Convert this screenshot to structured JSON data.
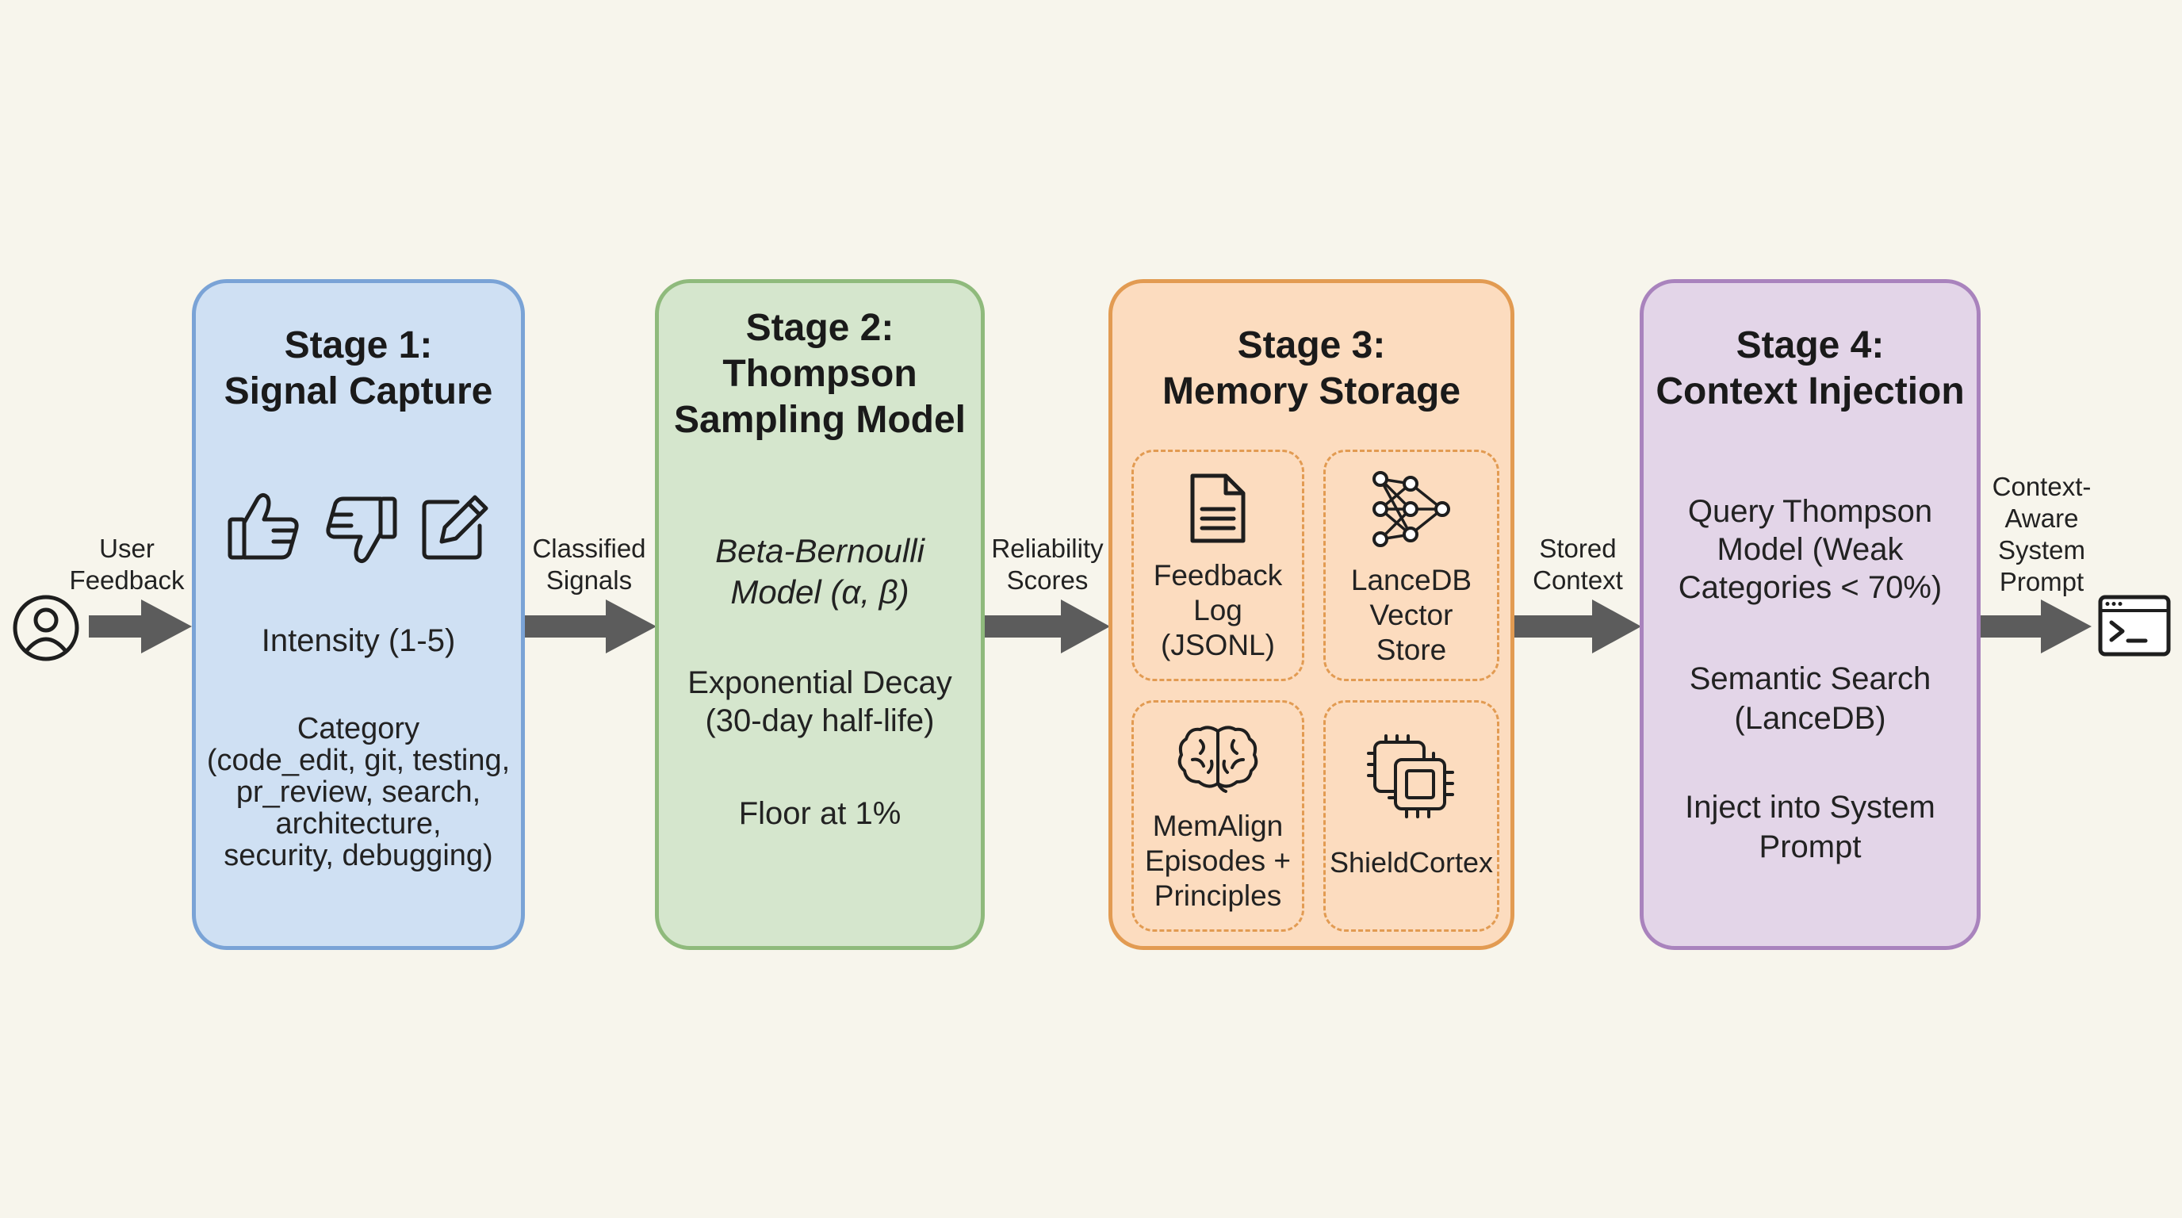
{
  "flow_labels": {
    "user_feedback": [
      "User",
      "Feedback"
    ],
    "classified_signals": [
      "Classified",
      "Signals"
    ],
    "reliability_scores": [
      "Reliability",
      "Scores"
    ],
    "stored_context": [
      "Stored",
      "Context"
    ],
    "context_aware_prompt": [
      "Context-",
      "Aware",
      "System",
      "Prompt"
    ]
  },
  "stage1": {
    "title": [
      "Stage 1:",
      "Signal Capture"
    ],
    "icons": [
      "thumbs-up-icon",
      "thumbs-down-icon",
      "edit-icon"
    ],
    "intensity": "Intensity (1-5)",
    "category": [
      "Category",
      "(code_edit, git, testing,",
      "pr_review, search,",
      "architecture,",
      "security, debugging)"
    ]
  },
  "stage2": {
    "title": [
      "Stage 2:",
      "Thompson",
      "Sampling Model"
    ],
    "model": [
      "Beta-Bernoulli",
      "Model (α, β)"
    ],
    "decay": [
      "Exponential Decay",
      "(30-day half-life)"
    ],
    "floor": "Floor at 1%"
  },
  "stage3": {
    "title": [
      "Stage 3:",
      "Memory Storage"
    ],
    "feedback_log": [
      "Feedback",
      "Log",
      "(JSONL)"
    ],
    "lancedb_store": [
      "LanceDB",
      "Vector",
      "Store"
    ],
    "memalign": [
      "MemAlign",
      "Episodes +",
      "Principles"
    ],
    "shieldcortex": "ShieldCortex"
  },
  "stage4": {
    "title": [
      "Stage 4:",
      "Context Injection"
    ],
    "query": [
      "Query Thompson",
      "Model (Weak",
      "Categories < 70%)"
    ],
    "semantic": [
      "Semantic Search",
      "(LanceDB)"
    ],
    "inject": [
      "Inject into System",
      "Prompt"
    ]
  },
  "colors": {
    "background": "#f7f5ec",
    "stage1_fill": "#cfe0f3",
    "stage1_border": "#7aa3d6",
    "stage2_fill": "#d5e6cd",
    "stage2_border": "#8fba7c",
    "stage3_fill": "#fcdcbf",
    "stage3_border": "#e29b52",
    "stage4_fill": "#e3d5e8",
    "stage4_border": "#a983bd",
    "arrow": "#5c5c5c"
  }
}
